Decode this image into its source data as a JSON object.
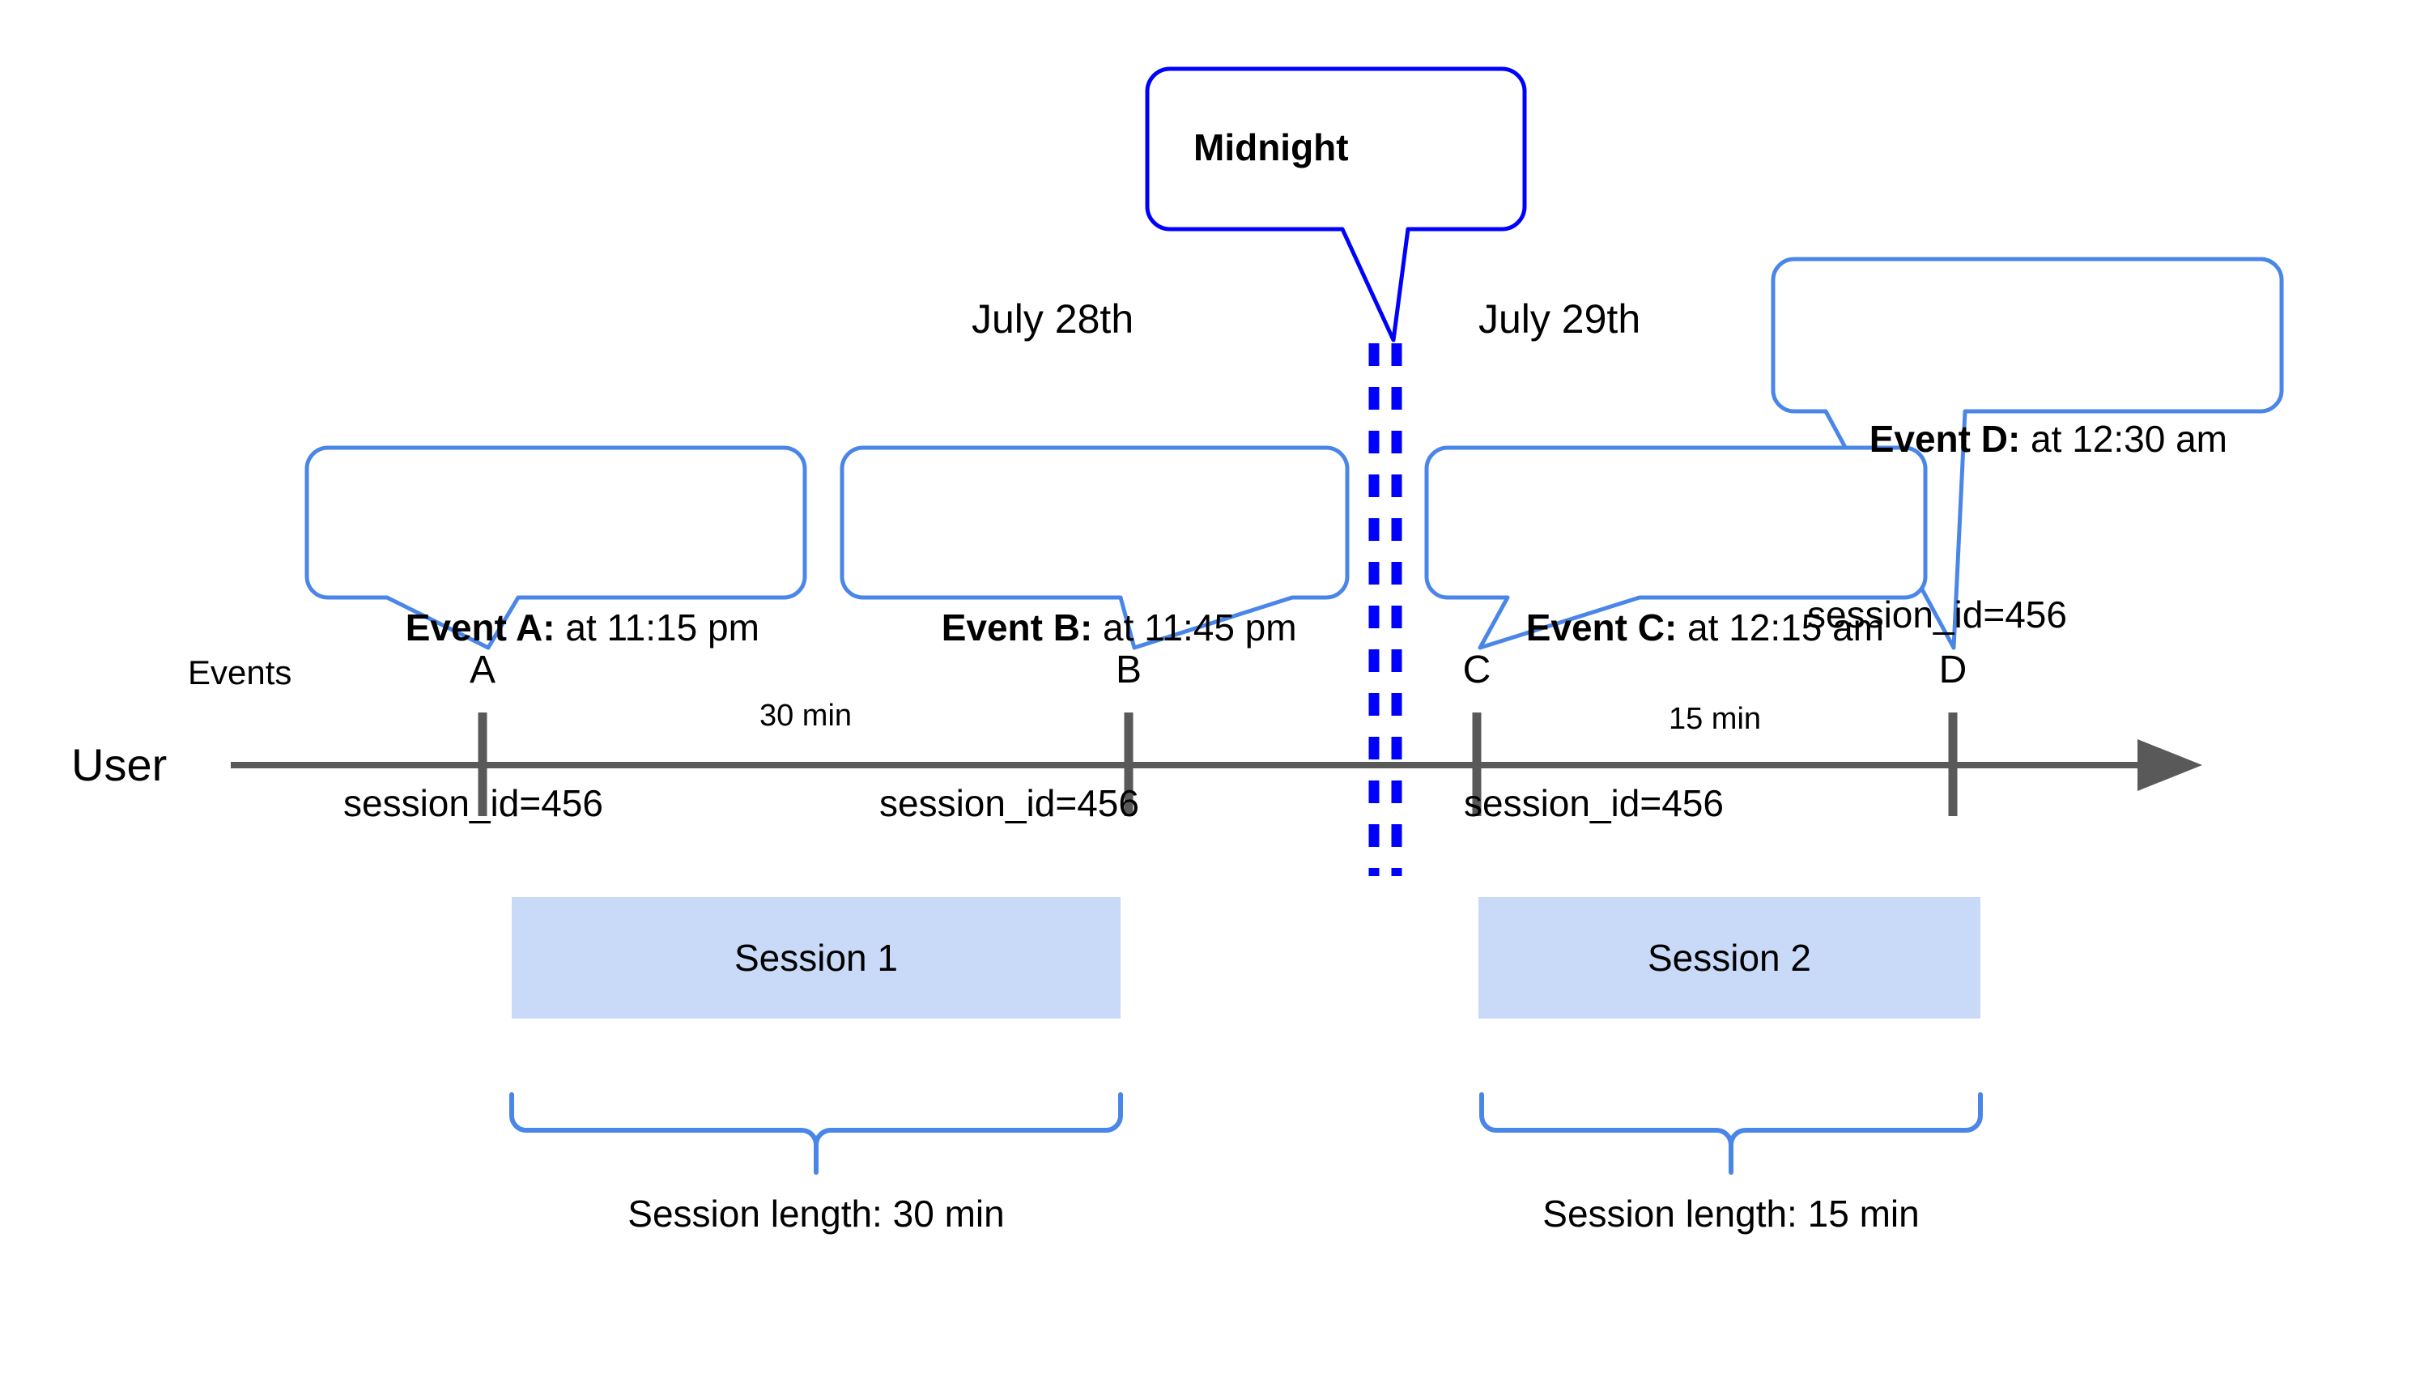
{
  "diagram": {
    "title_label": "Midnight",
    "axis": {
      "user_label": "User",
      "events_label": "Events"
    },
    "dates": [
      {
        "label": "July 28th"
      },
      {
        "label": "July 29th"
      }
    ],
    "midnight": {
      "label": "Midnight",
      "line_color": "#0000FF"
    },
    "callouts": [
      {
        "id": "event-a",
        "title": "Event A:",
        "time": " at 11:15 pm",
        "session_line": "session_id=456",
        "border_color": "#4A86E8"
      },
      {
        "id": "event-b",
        "title": "Event B:",
        "time": " at 11:45 pm",
        "session_line": "session_id=456",
        "border_color": "#4A86E8"
      },
      {
        "id": "event-c",
        "title": "Event C:",
        "time": " at 12:15 am",
        "session_line": "session_id=456",
        "border_color": "#4A86E8"
      },
      {
        "id": "event-d",
        "title": "Event D:",
        "time": " at 12:30 am",
        "session_line": "session_id=456",
        "border_color": "#4A86E8"
      }
    ],
    "ticks": [
      {
        "label": "A"
      },
      {
        "label": "B"
      },
      {
        "label": "C"
      },
      {
        "label": "D"
      }
    ],
    "gaps": [
      {
        "label": "30 min"
      },
      {
        "label": "15 min"
      }
    ],
    "sessions": [
      {
        "label": "Session 1",
        "length_label": "Session length: 30 min",
        "fill_color": "#C9DAF8"
      },
      {
        "label": "Session 2",
        "length_label": "Session length: 15 min",
        "fill_color": "#C9DAF8"
      }
    ],
    "colors": {
      "axis": "#595959",
      "callout_border": "#4A86E8",
      "midnight_border": "#0000FF",
      "session_fill": "#C9DAF8",
      "brace": "#4A86E8"
    }
  }
}
